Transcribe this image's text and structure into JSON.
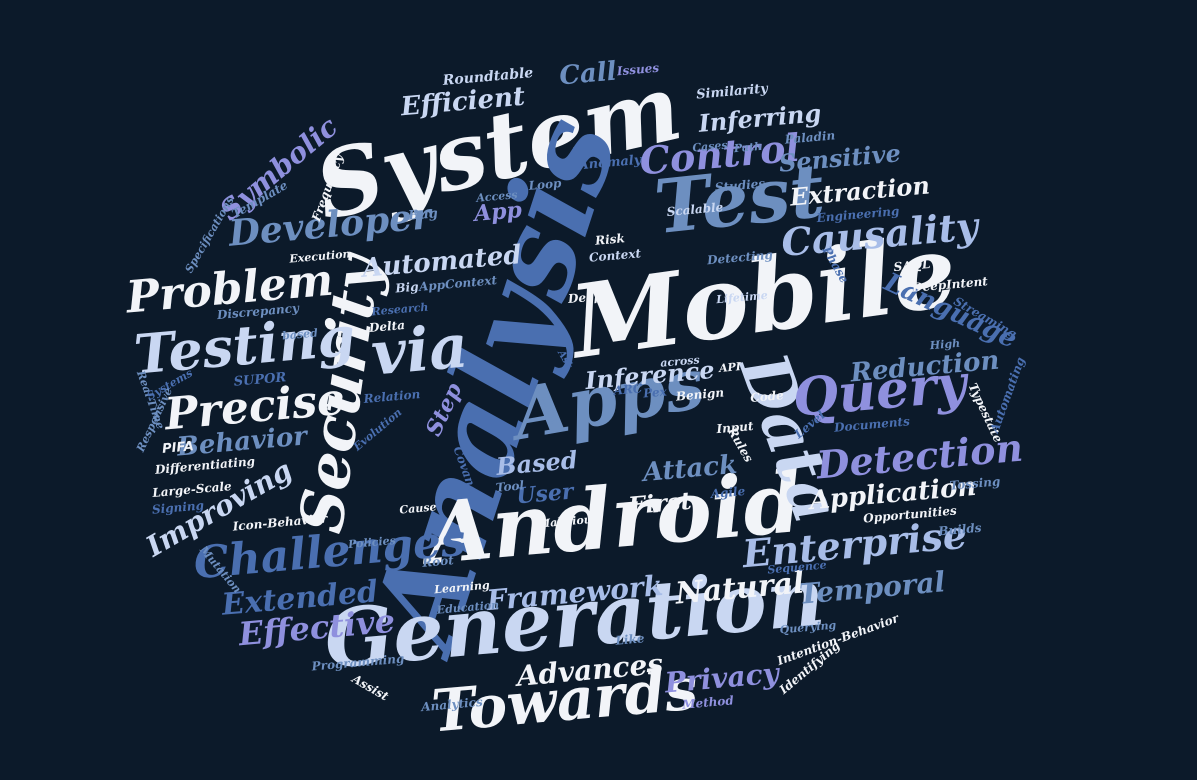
{
  "palette": {
    "background": "#0c1a2a",
    "white": "#f2f4f8",
    "pale_blue": "#c9d7f2",
    "light_blue": "#a8bde8",
    "steel": "#6d8fc0",
    "blue": "#4a6fb0",
    "periwinkle": "#8f90de",
    "deep": "#3b5c9e"
  },
  "words": [
    {
      "text": "System"
    },
    {
      "text": "Analysis"
    },
    {
      "text": "Mobile"
    },
    {
      "text": "Android"
    },
    {
      "text": "Generation"
    },
    {
      "text": "Test"
    },
    {
      "text": "Apps"
    },
    {
      "text": "Data"
    },
    {
      "text": "Security"
    },
    {
      "text": "Towards"
    },
    {
      "text": "via"
    },
    {
      "text": "Testing"
    },
    {
      "text": "Query"
    },
    {
      "text": "Challenges"
    },
    {
      "text": "Enterprise"
    },
    {
      "text": "Causality"
    },
    {
      "text": "Detection"
    },
    {
      "text": "Precise"
    },
    {
      "text": "Problem"
    },
    {
      "text": "Developer"
    },
    {
      "text": "Control"
    },
    {
      "text": "Framework"
    },
    {
      "text": "Privacy"
    },
    {
      "text": "Advances"
    },
    {
      "text": "Effective"
    },
    {
      "text": "Extended"
    },
    {
      "text": "Temporal"
    },
    {
      "text": "Natural"
    },
    {
      "text": "Application"
    },
    {
      "text": "Language"
    },
    {
      "text": "Reduction"
    },
    {
      "text": "Behavior"
    },
    {
      "text": "Improving"
    },
    {
      "text": "Inference"
    },
    {
      "text": "Automated"
    },
    {
      "text": "Attack"
    },
    {
      "text": "Based"
    },
    {
      "text": "User"
    },
    {
      "text": "First"
    },
    {
      "text": "Efficient"
    },
    {
      "text": "Inferring"
    },
    {
      "text": "Symbolic"
    },
    {
      "text": "Sensitive"
    },
    {
      "text": "Extraction"
    },
    {
      "text": "Call"
    },
    {
      "text": "App"
    },
    {
      "text": "Step"
    },
    {
      "text": "Code"
    },
    {
      "text": "Input"
    },
    {
      "text": "Roundtable"
    },
    {
      "text": "Issues"
    },
    {
      "text": "Similarity"
    },
    {
      "text": "Paladin"
    },
    {
      "text": "Cases"
    },
    {
      "text": "Path"
    },
    {
      "text": "Anomaly"
    },
    {
      "text": "Loop"
    },
    {
      "text": "Studies"
    },
    {
      "text": "Access"
    },
    {
      "text": "Scalable"
    },
    {
      "text": "Bug"
    },
    {
      "text": "Engineering"
    },
    {
      "text": "Risk"
    },
    {
      "text": "Context"
    },
    {
      "text": "Detecting"
    },
    {
      "text": "SAQL"
    },
    {
      "text": "Phase"
    },
    {
      "text": "DeepIntent"
    },
    {
      "text": "Lifetime"
    },
    {
      "text": "Streaming"
    },
    {
      "text": "High"
    },
    {
      "text": "Deep"
    },
    {
      "text": "Big"
    },
    {
      "text": "AppContext"
    },
    {
      "text": "Research"
    },
    {
      "text": "Delta"
    },
    {
      "text": "across"
    },
    {
      "text": "API"
    },
    {
      "text": "Ask"
    },
    {
      "text": "Execution"
    },
    {
      "text": "Template"
    },
    {
      "text": "Frequency"
    },
    {
      "text": "Specifications"
    },
    {
      "text": "Discrepancy"
    },
    {
      "text": "based"
    },
    {
      "text": "Real-Time"
    },
    {
      "text": "Systems"
    },
    {
      "text": "SUPOR"
    },
    {
      "text": "Responsive"
    },
    {
      "text": "PIFA"
    },
    {
      "text": "Differentiating"
    },
    {
      "text": "Large-Scale"
    },
    {
      "text": "Signing"
    },
    {
      "text": "Icon-Behavior"
    },
    {
      "text": "Mutation"
    },
    {
      "text": "Cause"
    },
    {
      "text": "Malicious"
    },
    {
      "text": "Policies"
    },
    {
      "text": "Root"
    },
    {
      "text": "Learning"
    },
    {
      "text": "Education"
    },
    {
      "text": "Programming"
    },
    {
      "text": "Assist"
    },
    {
      "text": "Analytics"
    },
    {
      "text": "Method"
    },
    {
      "text": "Querying"
    },
    {
      "text": "Intention-Behavior"
    },
    {
      "text": "Identifying"
    },
    {
      "text": "Like"
    },
    {
      "text": "Sequence"
    },
    {
      "text": "Builds"
    },
    {
      "text": "Opportunities"
    },
    {
      "text": "Agile"
    },
    {
      "text": "Tossing"
    },
    {
      "text": "Documents"
    },
    {
      "text": "Typestate"
    },
    {
      "text": "Automating"
    },
    {
      "text": "Benign"
    },
    {
      "text": "Rules"
    },
    {
      "text": "Level"
    },
    {
      "text": "ARC"
    },
    {
      "text": "Pex"
    },
    {
      "text": "Icon"
    },
    {
      "text": "Relation"
    },
    {
      "text": "Evolution"
    },
    {
      "text": "Covana"
    },
    {
      "text": "Tool"
    }
  ]
}
